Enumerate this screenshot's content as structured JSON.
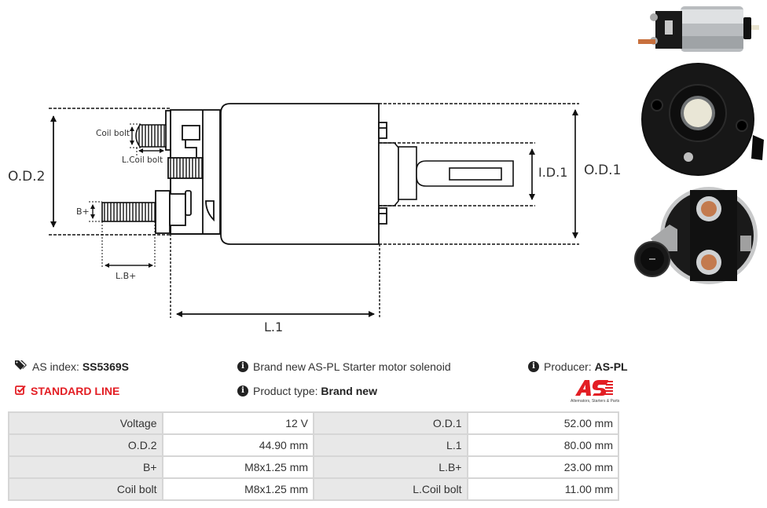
{
  "drawing": {
    "labels": {
      "od2": "O.D.2",
      "od1": "O.D.1",
      "id1": "I.D.1",
      "l1": "L.1",
      "coil_bolt": "Coil bolt",
      "l_coil_bolt": "L.Coil bolt",
      "b_plus": "B+",
      "l_b_plus": "L.B+"
    }
  },
  "info": {
    "as_index_label": "AS index:",
    "as_index_value": "SS5369S",
    "standard_line": "STANDARD LINE",
    "description": "Brand new AS-PL Starter motor solenoid",
    "product_type_label": "Product type:",
    "product_type_value": "Brand new",
    "producer_label": "Producer:",
    "producer_value": "AS-PL",
    "logo_text": "AS",
    "logo_tagline": "Alternators, Starters & Parts"
  },
  "specs": [
    {
      "label1": "Voltage",
      "value1": "12 V",
      "label2": "O.D.1",
      "value2": "52.00 mm"
    },
    {
      "label1": "O.D.2",
      "value1": "44.90 mm",
      "label2": "L.1",
      "value2": "80.00 mm"
    },
    {
      "label1": "B+",
      "value1": "M8x1.25 mm",
      "label2": "L.B+",
      "value2": "23.00 mm"
    },
    {
      "label1": "Coil bolt",
      "value1": "M8x1.25 mm",
      "label2": "L.Coil bolt",
      "value2": "11.00 mm"
    }
  ],
  "colors": {
    "accent_red": "#e31e24",
    "table_label_bg": "#e8e8e8",
    "table_border": "#d6d6d6"
  }
}
